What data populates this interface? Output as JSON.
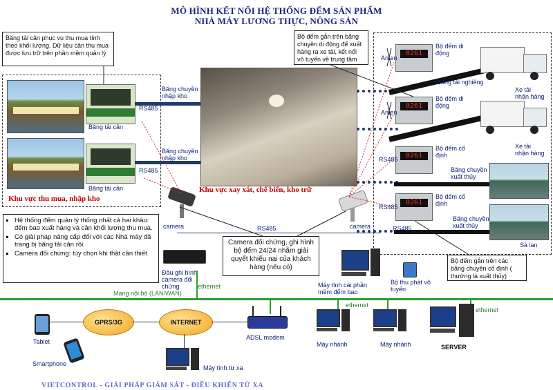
{
  "title": {
    "line1": "MÔ HÌNH KẾT NỐI HỆ THỐNG ĐẾM SẢN PHẨM",
    "line2": "NHÀ MÁY LƯƠNG THỰC, NÔNG SẢN"
  },
  "notes": {
    "scale_note": "Băng tải cân phục vụ thu mua tính theo khối lượng. Dữ liệu cân thu mua được lưu trữ trên phần mềm quản lý",
    "mobile_counter_note": "Bộ đếm gắn trên băng chuyền di động để xuất hàng ra xe tải, kết nối vô tuyến về trung tâm",
    "camera_note": "Camera đối chứng, ghi hình bộ đếm 24/24 nhằm giải quyết khiếu nại của khách hàng (nếu có)",
    "fixed_counter_note": "Bộ đếm gắn trên các băng chuyền cố định ( thường là xuất thủy)"
  },
  "bullets": [
    "Hệ thống đếm quản lý thống nhất cả hai khâu: đếm bao xuất hàng và cân khối lượng thu mua.",
    "Có giải pháp nâng cấp đối với các Nhà máy đã trang bị băng tải cân rồi.",
    "Camera đối chứng: tùy chọn khi thật cần thiết"
  ],
  "labels": {
    "scale_belt_1": "Băng tải cân",
    "scale_belt_2": "Băng tải cân",
    "conveyor_in_1": "Băng chuyền nhập kho",
    "conveyor_in_2": "Băng chuyền nhập kho",
    "rs485_1": "RS485",
    "rs485_2": "RS485",
    "rs485_3": "RS485",
    "rs485_4": "RS485",
    "rs485_5": "RS485",
    "rs485_bottom": "RS485",
    "area_purchase": "Khu vực thu mua, nhập kho",
    "area_processing": "Khu vực xay xát, chế biến, kho trữ",
    "antenna_1": "Anten",
    "antenna_2": "Anten",
    "counter_mobile_1": "Bộ đếm di động",
    "counter_mobile_2": "Bộ đếm di động",
    "counter_fixed_1": "Bộ đếm cố định",
    "counter_fixed_2": "Bộ đếm cố định",
    "incline_belt": "Băng tải nghiêng",
    "truck_receive": "Xe tải nhận hàng",
    "truck_receive_2": "Xe tải nhận hàng",
    "conveyor_water_1": "Băng chuyền xuất thủy",
    "conveyor_water_2": "Băng chuyền xuất thủy",
    "barge": "Sà lan",
    "camera_1": "camera",
    "camera_2": "camera",
    "dvr": "Đầu ghi hình camera đối chứng",
    "ethernet_1": "ethernet",
    "ethernet_2": "ethernet",
    "ethernet_3": "ethernet",
    "lan": "Mạng nội bộ (LAN/WAN)",
    "pc_software": "Máy tính cài phần mềm đếm bao",
    "wireless": "Bộ thu phát vô tuyến",
    "gprs": "GPRS/3G",
    "internet": "INTERNET",
    "adsl": "ADSL modem",
    "tablet": "Tablet",
    "smartphone": "Smartphone",
    "remote_pc": "Máy tính từ xa",
    "branch_1": "Máy nhánh",
    "branch_2": "Máy nhánh",
    "server": "SERVER",
    "counter_display": "0261"
  },
  "footer": "VIETCONTROL - GIẢI PHÁP GIÁM SÁT - ĐIỀU KHIỂN TỪ XA",
  "colors": {
    "title": "#1a237e",
    "lan": "#2e9b2e",
    "red_label": "#c00000",
    "connector": "#1f3a66"
  }
}
